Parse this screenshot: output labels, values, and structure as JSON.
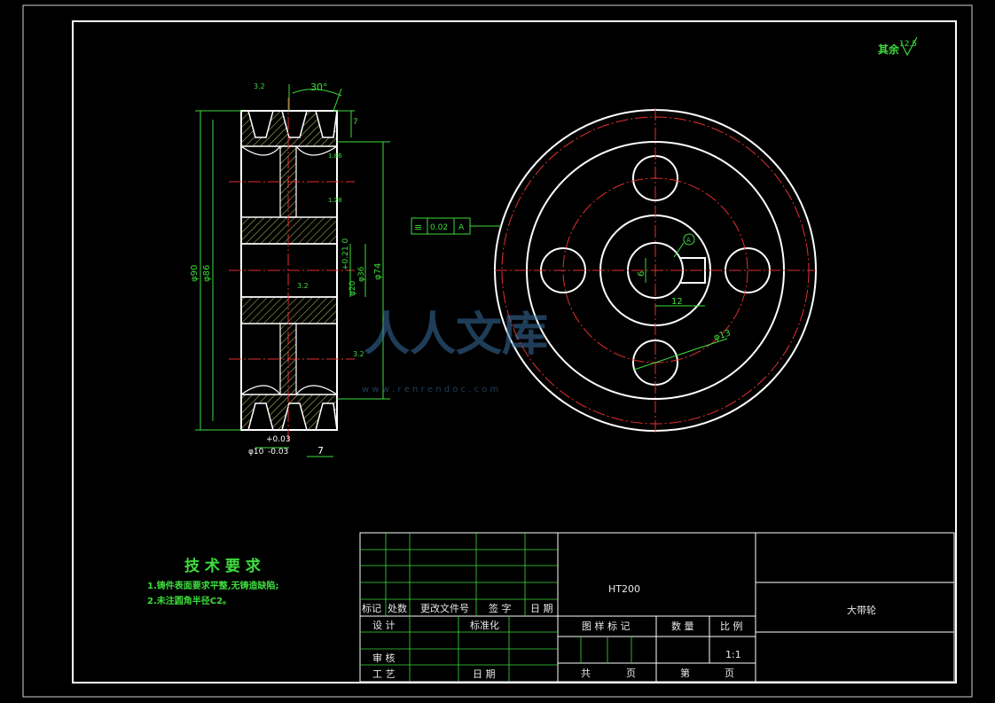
{
  "surface_finish_note": {
    "prefix": "其余",
    "value": "12.5"
  },
  "side_view": {
    "angle_label": "30°",
    "roughness_top": "3.2",
    "roughness_mid": "3.2",
    "roughness_right": "3.2",
    "dim_outer_dia": "φ90",
    "dim_pitch_dia": "φ86",
    "dim_bore_tol": "+0.21\n0",
    "dim_bore_dia": "φ36",
    "dim_hub_dia": "φ20",
    "dim_groove_dia": "φ74",
    "dim_groove_width": "7",
    "dim_top": "7",
    "dim_groove_tol_upper": "+0.03",
    "dim_groove_tol_lower": "-0.03",
    "dim_groove_base": "φ10",
    "bevel_1": "1.86",
    "bevel_2": "1.28"
  },
  "front_view": {
    "tolerance_symbol": "≡",
    "tolerance_value": "0.02",
    "tolerance_datum": "A",
    "datum_marker": "A",
    "key_width": "6",
    "key_depth": "12",
    "hole_dia": "φ13"
  },
  "watermark": {
    "title": "人人文库",
    "url": "w w w . r e n r e n d o c . c o m"
  },
  "tech_requirements": {
    "heading": "技 术 要 求",
    "items": [
      "1.铸件表面要求平整,无铸造缺陷;",
      "2.未注圆角半径C2。"
    ]
  },
  "title_block": {
    "material": "HT200",
    "part_name": "大带轮",
    "rev_headers": [
      "标记",
      "处数",
      "更改文件号",
      "签 字",
      "日 期"
    ],
    "design": "设 计",
    "standardize": "标准化",
    "check": "审 核",
    "process": "工 艺",
    "date": "日 期",
    "stage_mark": "图 样 标 记",
    "weight": "数 量",
    "scale": "比 例",
    "scale_value": "1:1",
    "total": "共",
    "page1": "页",
    "sheet": "第",
    "page2": "页"
  }
}
